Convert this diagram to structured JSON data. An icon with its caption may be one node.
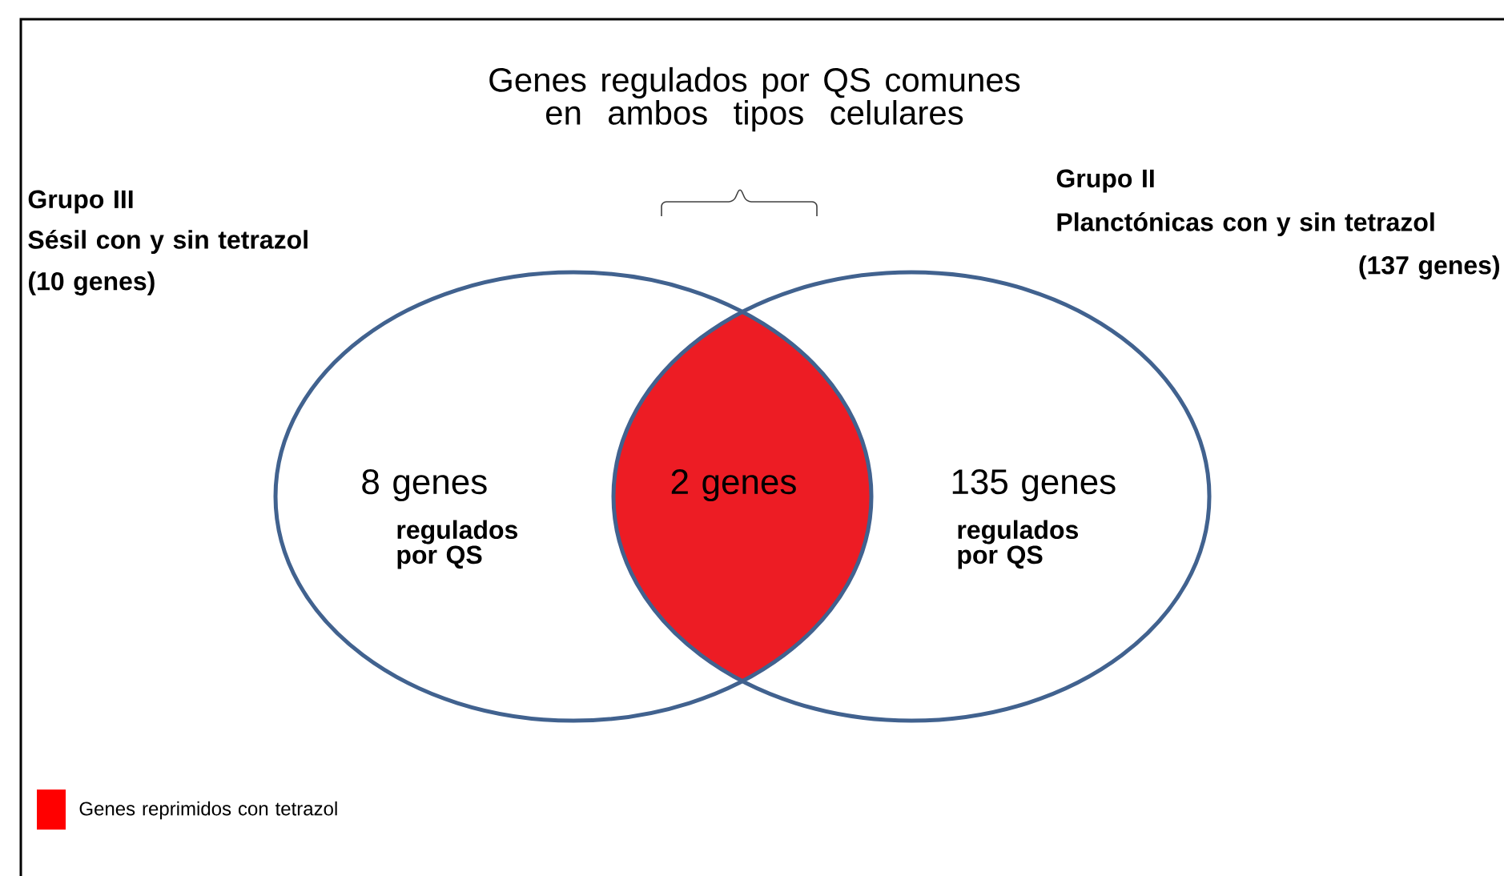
{
  "diagram": {
    "nodes": [
      {
        "text": [
          "8 genes",
          "regulados por QS"
        ],
        "beside": [
          "Grupo III",
          "Sésil con y sin tetrazol",
          "(10 genes)"
        ]
      },
      {
        "text": [
          "135 genes",
          "regulados por QS"
        ],
        "beside": [
          "Grupo II",
          "Planctónicas con y sin tetrazol",
          "(137 genes)"
        ]
      },
      {
        "text": [
          "2 genes"
        ]
      }
    ],
    "edges": [],
    "labels": [
      "Genes regulados por QS comunes en ambos tipos celulares"
    ],
    "legend": [
      {
        "text": "Genes reprimidos con tetrazol",
        "color": "#ff0000"
      }
    ]
  }
}
